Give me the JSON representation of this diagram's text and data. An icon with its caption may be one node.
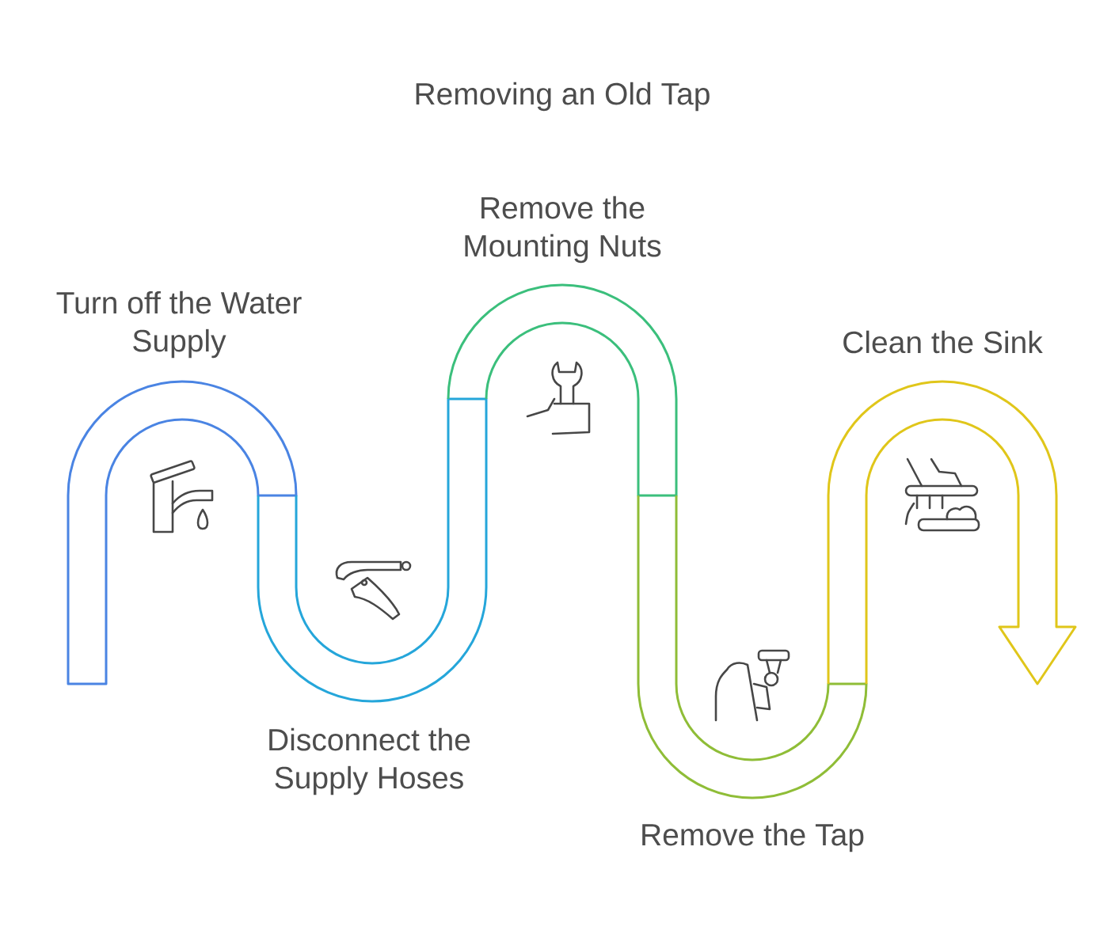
{
  "diagram": {
    "title": "Removing an Old Tap",
    "nodes": [
      {
        "text": [
          "Turn off the Water Supply"
        ]
      },
      {
        "text": [
          "Disconnect the Supply Hoses"
        ]
      },
      {
        "text": [
          "Remove the Mounting Nuts"
        ]
      },
      {
        "text": [
          "Remove the Tap"
        ]
      },
      {
        "text": [
          "Clean the Sink"
        ]
      }
    ]
  }
}
